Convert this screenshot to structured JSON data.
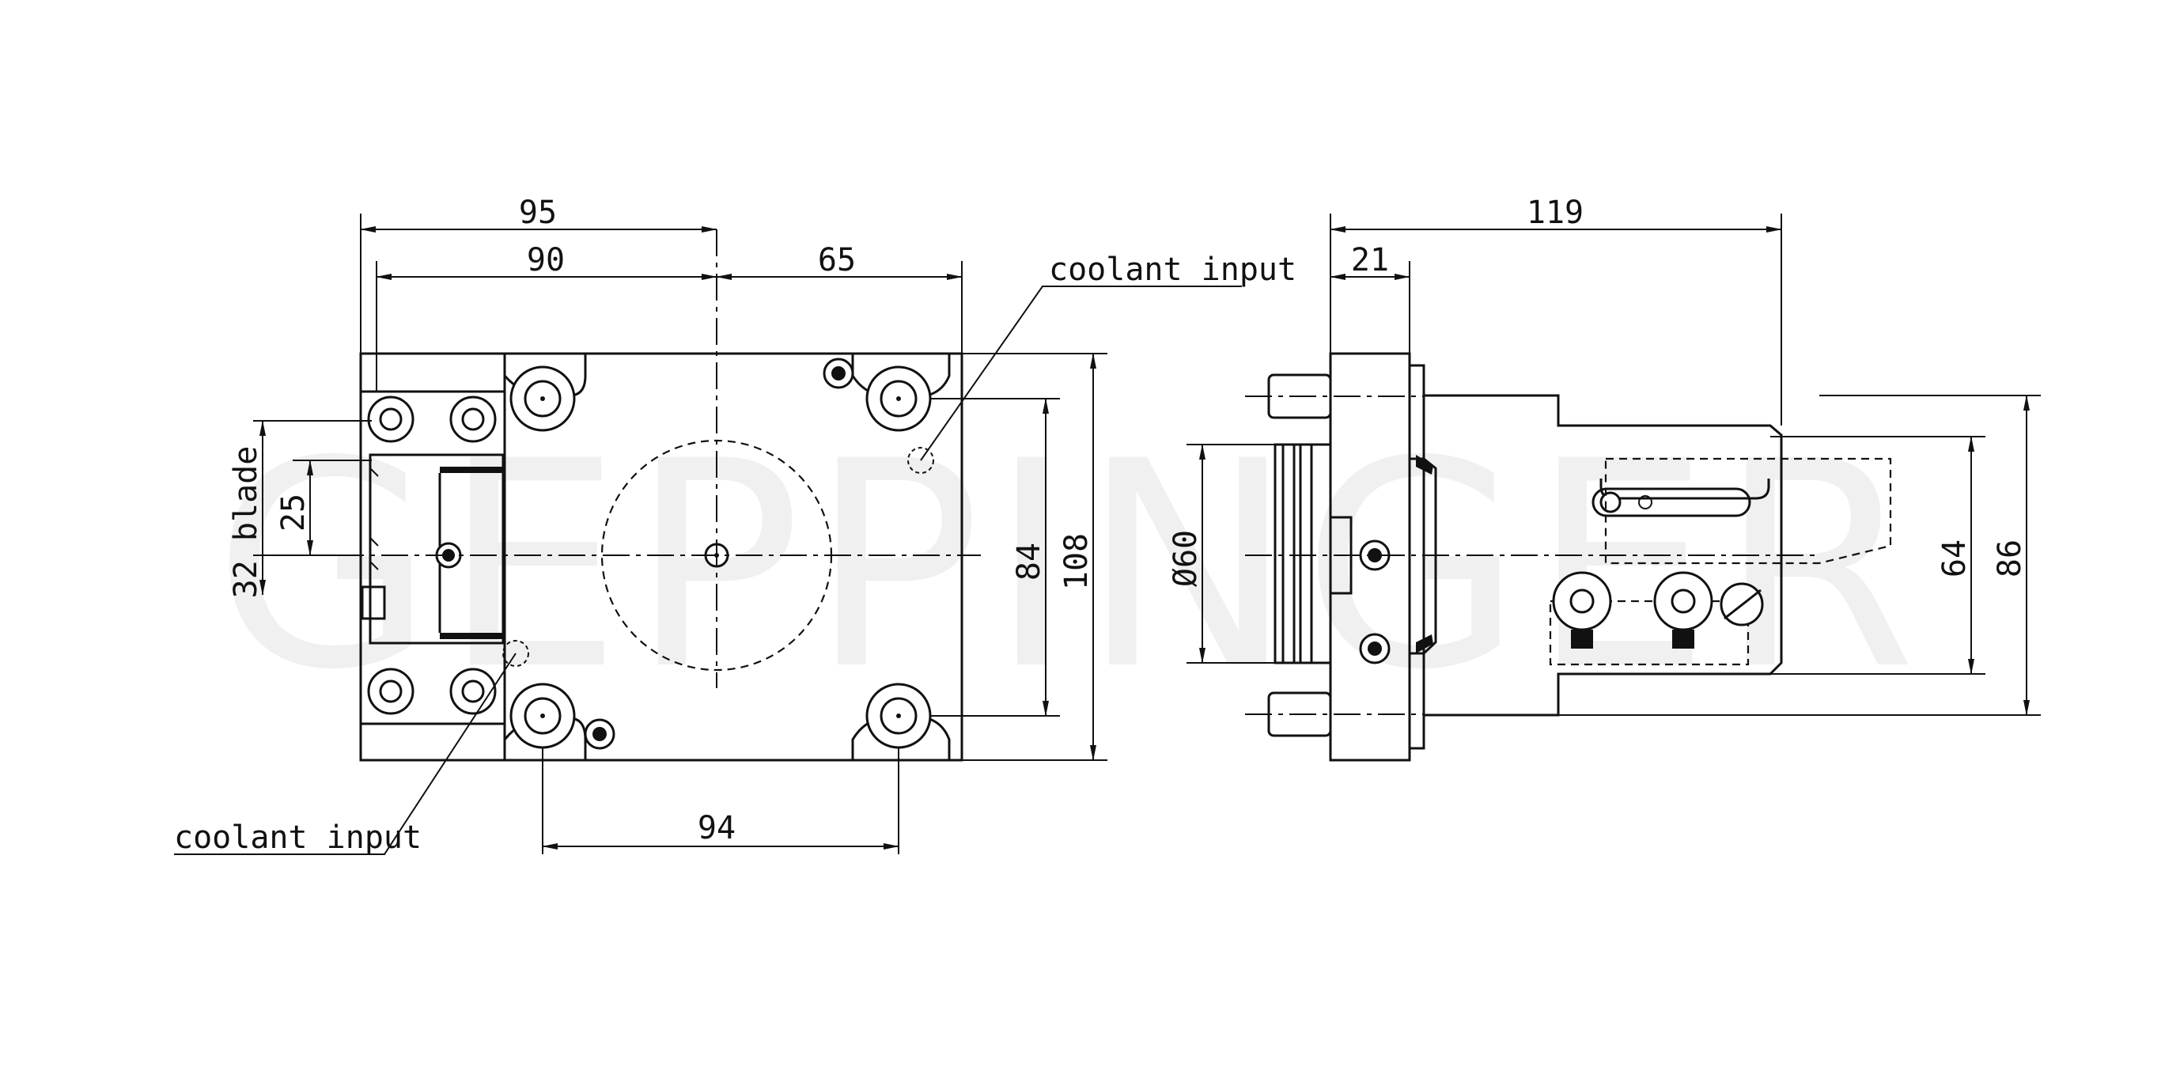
{
  "watermark": "GEPPINGER",
  "front_view": {
    "dims": {
      "width_95": "95",
      "width_90": "90",
      "width_65": "65",
      "bolt_94": "94",
      "height_84": "84",
      "height_108": "108",
      "blade_25": "25",
      "blade_32": "32 blade"
    },
    "labels": {
      "coolant_top": "coolant input",
      "coolant_bottom": "coolant input"
    }
  },
  "side_view": {
    "dims": {
      "length_119": "119",
      "flange_21": "21",
      "diameter_60": "Ø60",
      "height_64": "64",
      "height_86": "86"
    }
  },
  "colors": {
    "line": "#111111",
    "watermark": "#d8d8d8",
    "background": "#ffffff"
  }
}
